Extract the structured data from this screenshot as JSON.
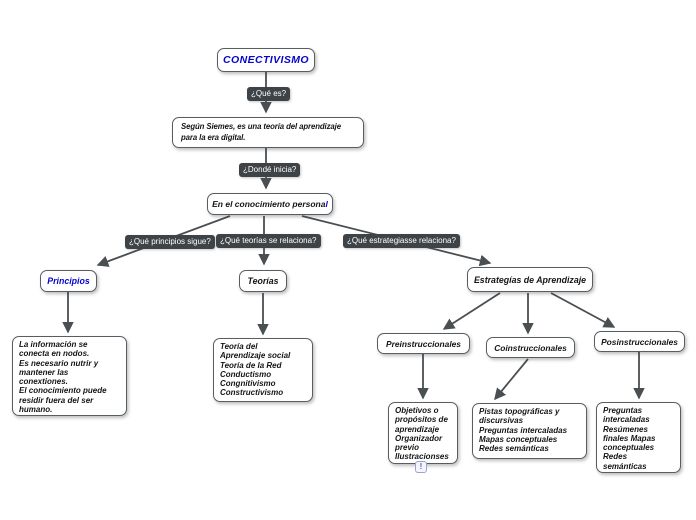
{
  "colors": {
    "background": "#ffffff",
    "node_border": "#575e63",
    "connector": "#4a4f52",
    "label_bg": "#3e4347",
    "label_text": "#ffffff",
    "title_blue": "#0505cd",
    "body_text": "#141414"
  },
  "nodes": {
    "root": {
      "label": "CONECTIVISMO"
    },
    "definition": {
      "label": "Según Siemes, es una teoría del aprendizaje\npara la era digital."
    },
    "knowledge": {
      "label_main": "En el conocimiento persona",
      "label_accent": "l"
    },
    "principios": {
      "label": "Principios"
    },
    "teorias": {
      "label": "Teorías"
    },
    "estrategias": {
      "label": "Estrategías de Aprendizaje"
    },
    "principios_detail": {
      "label": "La información se\nconecta en nodos.\nEs necesario nutrir y\nmantener las\nconextiones.\nEl conocimiento puede\nresidir fuera del ser\nhumano."
    },
    "teorias_detail": {
      "label": "Teoría del\nAprendizaje social\nTeoría de la Red\nConductismo\nCongnitivismo\nConstructivismo"
    },
    "preinstruccionales": {
      "label": "Preinstruccionales"
    },
    "coinstruccionales": {
      "label": "Coinstruccionales"
    },
    "posinstruccionales": {
      "label": "Posinstruccionales"
    },
    "pre_detail": {
      "label": "Objetivos o\npropósitos de\naprendizaje\nOrganizador\nprevio\nIlustracionses"
    },
    "co_detail": {
      "label": "Pistas topográficas y\ndiscursivas\nPreguntas intercaladas\nMapas conceptuales\nRedes semánticas"
    },
    "pos_detail": {
      "label": "Preguntas\nintercaladas\nResúmenes\nfinales Mapas\nconceptuales\nRedes\nsemánticas"
    }
  },
  "connector_labels": {
    "que_es": "¿Qué es?",
    "donde_inicia": "¿Dondé inicia?",
    "que_principios": "¿Qué principios sigue?",
    "que_teorias": "¿Qué teorías se relaciona?",
    "que_estrategias": "¿Qué estrategiasse relaciona?"
  },
  "note_icon": {
    "glyph": "!"
  }
}
